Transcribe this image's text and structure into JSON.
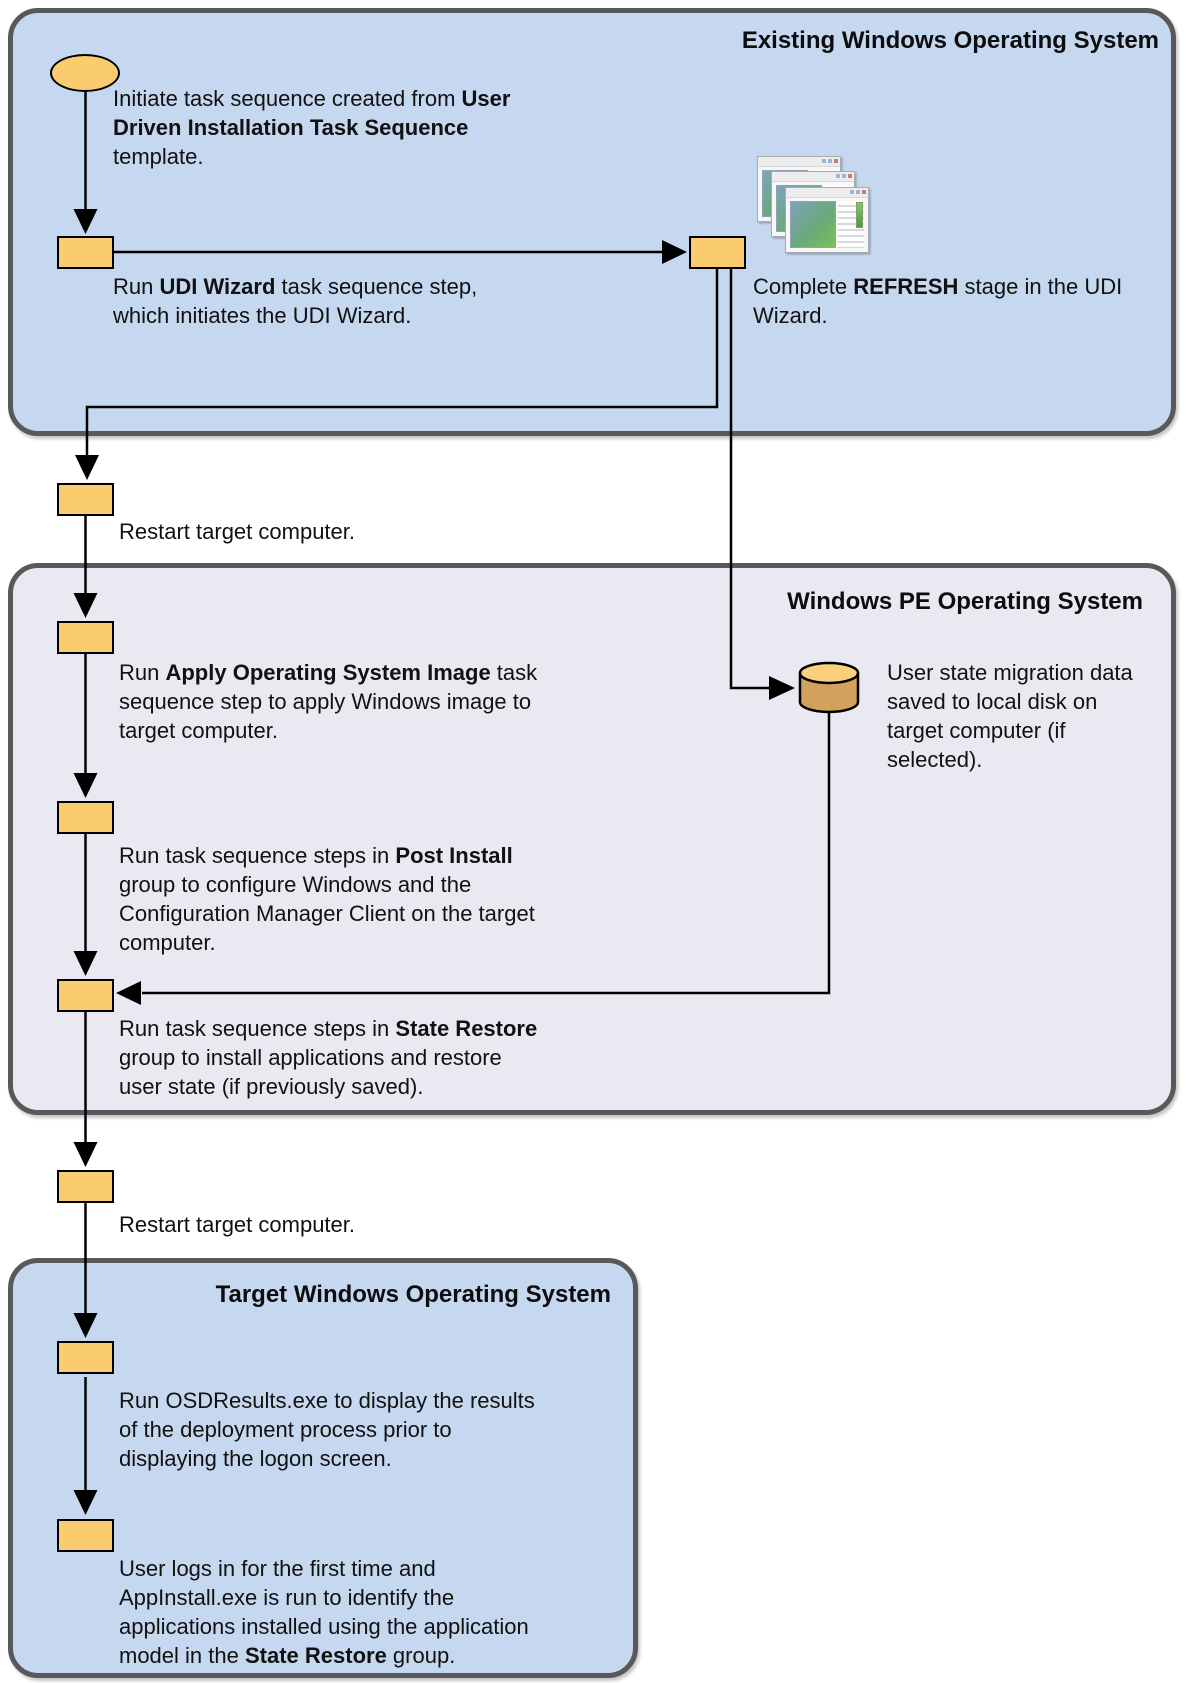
{
  "sections": [
    {
      "id": "existing",
      "title": "Existing Windows Operating System"
    },
    {
      "id": "winpe",
      "title": "Windows PE Operating System"
    },
    {
      "id": "target",
      "title": "Target Windows Operating System"
    }
  ],
  "icons": {
    "cascading_windows": "cascading-windows-icon",
    "disk_cylinder": "disk-cylinder-icon",
    "start_ellipse": "start-terminator"
  },
  "colors": {
    "section_blue": "#C5D8F0",
    "section_lavender": "#EAE8F0",
    "section_border": "#58595B",
    "node_fill": "#FBCB6F",
    "cylinder_top": "#FBD07D",
    "cylinder_body": "#D2A15C",
    "connector": "#000000",
    "text": "#111111"
  },
  "notes": {
    "initiate": [
      [
        {
          "t": "Initiate task sequence created from "
        },
        {
          "t": "User",
          "b": true
        }
      ],
      [
        {
          "t": "Driven Installation Task Sequence",
          "b": true
        }
      ],
      [
        {
          "t": "template."
        }
      ]
    ],
    "run_udi": [
      [
        {
          "t": "Run "
        },
        {
          "t": "UDI Wizard",
          "b": true
        },
        {
          "t": " task sequence step,"
        }
      ],
      [
        {
          "t": "which initiates the UDI Wizard."
        }
      ]
    ],
    "complete_refresh": [
      [
        {
          "t": "Complete "
        },
        {
          "t": "REFRESH",
          "b": true
        },
        {
          "t": " stage in the UDI"
        }
      ],
      [
        {
          "t": "Wizard."
        }
      ]
    ],
    "restart1": [
      [
        {
          "t": "Restart target computer."
        }
      ]
    ],
    "apply_os": [
      [
        {
          "t": "Run "
        },
        {
          "t": "Apply Operating System Image",
          "b": true
        },
        {
          "t": " task"
        }
      ],
      [
        {
          "t": "sequence step to apply Windows image to"
        }
      ],
      [
        {
          "t": "target computer."
        }
      ]
    ],
    "user_state": [
      [
        {
          "t": "User state migration data"
        }
      ],
      [
        {
          "t": "saved to local disk on"
        }
      ],
      [
        {
          "t": "target computer (if"
        }
      ],
      [
        {
          "t": "selected)."
        }
      ]
    ],
    "post_install": [
      [
        {
          "t": "Run task sequence steps in "
        },
        {
          "t": "Post Install",
          "b": true
        }
      ],
      [
        {
          "t": "group to configure Windows and the"
        }
      ],
      [
        {
          "t": "Configuration Manager Client on the target"
        }
      ],
      [
        {
          "t": "computer."
        }
      ]
    ],
    "state_restore": [
      [
        {
          "t": "Run task sequence steps in "
        },
        {
          "t": "State Restore",
          "b": true
        }
      ],
      [
        {
          "t": "group to install applications and restore"
        }
      ],
      [
        {
          "t": "user state (if previously saved)."
        }
      ]
    ],
    "restart2": [
      [
        {
          "t": "Restart target computer."
        }
      ]
    ],
    "osd_results": [
      [
        {
          "t": "Run OSDResults.exe to display the results"
        }
      ],
      [
        {
          "t": "of the deployment process prior to"
        }
      ],
      [
        {
          "t": "displaying the logon screen."
        }
      ]
    ],
    "app_install": [
      [
        {
          "t": "User logs in for the first time and"
        }
      ],
      [
        {
          "t": "AppInstall.exe is run to identify the"
        }
      ],
      [
        {
          "t": "applications installed using the application"
        }
      ],
      [
        {
          "t": "model in the "
        },
        {
          "t": "State Restore",
          "b": true
        },
        {
          "t": " group."
        }
      ]
    ]
  }
}
